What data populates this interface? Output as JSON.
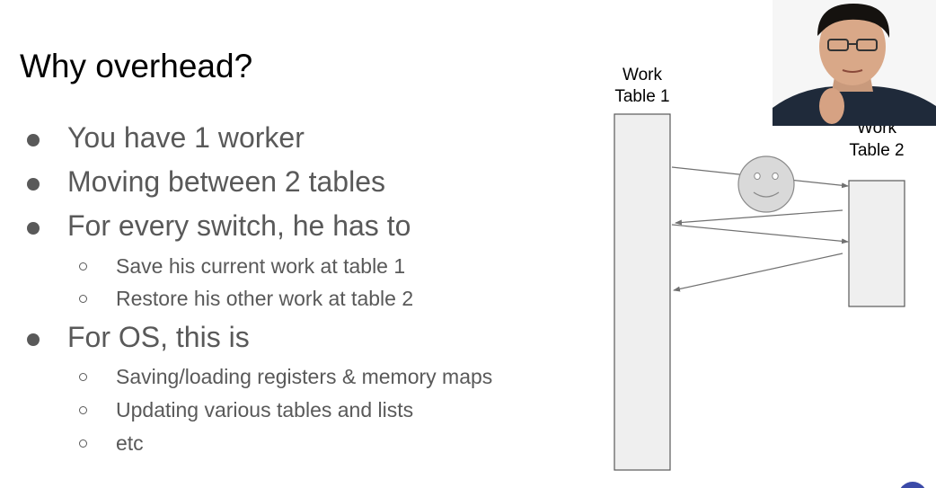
{
  "slide": {
    "title": "Why overhead?",
    "bullets": [
      {
        "text": "You have 1 worker"
      },
      {
        "text": "Moving between 2 tables"
      },
      {
        "text": "For every switch, he has to"
      },
      {
        "text": "Save his current work at table 1"
      },
      {
        "text": "Restore his other work at table 2"
      },
      {
        "text": "For OS, this is"
      },
      {
        "text": "Saving/loading registers & memory maps"
      },
      {
        "text": "Updating various tables and lists"
      },
      {
        "text": "etc"
      }
    ]
  },
  "diagram": {
    "table1": {
      "label_line1": "Work",
      "label_line2": "Table 1"
    },
    "table2": {
      "label_line1": "Work",
      "label_line2": "Table 2"
    },
    "worker_icon": "smiley-face-icon"
  },
  "colors": {
    "text_dark": "#000000",
    "text_gray": "#595959",
    "table_fill": "#efefef",
    "table_stroke": "#595959",
    "arrow": "#707070",
    "face_fill": "#d9d9d9"
  }
}
